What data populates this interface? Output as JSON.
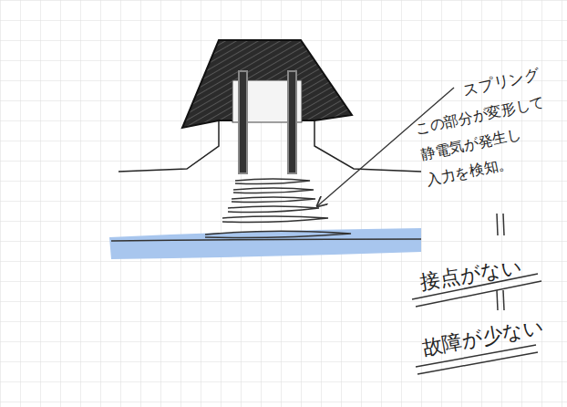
{
  "diagram": {
    "labels": [
      "スプリング",
      "この部分が変形して 静電気が発生し 入力を検知。",
      "接点がない",
      "故障が少ない"
    ]
  }
}
